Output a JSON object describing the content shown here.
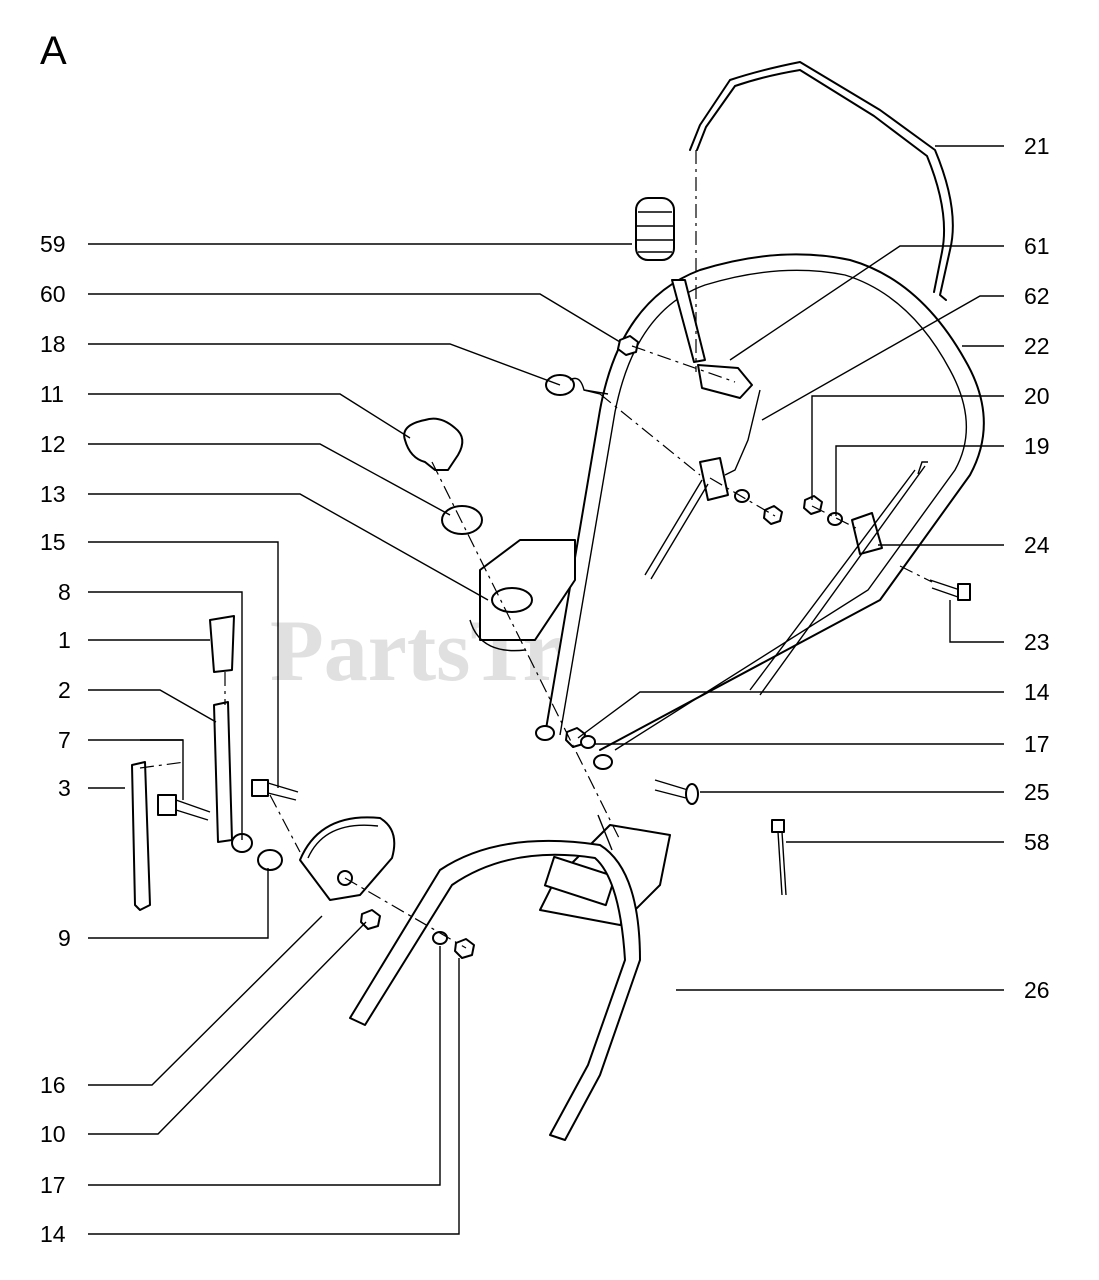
{
  "section": "A",
  "watermark": "PartsTree",
  "watermark_tm": "TM",
  "callouts_left": [
    "59",
    "60",
    "18",
    "11",
    "12",
    "13",
    "15",
    "8",
    "1",
    "2",
    "7",
    "3",
    "9",
    "16",
    "10",
    "17",
    "14"
  ],
  "callouts_right": [
    "21",
    "61",
    "62",
    "22",
    "20",
    "19",
    "24",
    "23",
    "14",
    "17",
    "25",
    "58",
    "26"
  ]
}
